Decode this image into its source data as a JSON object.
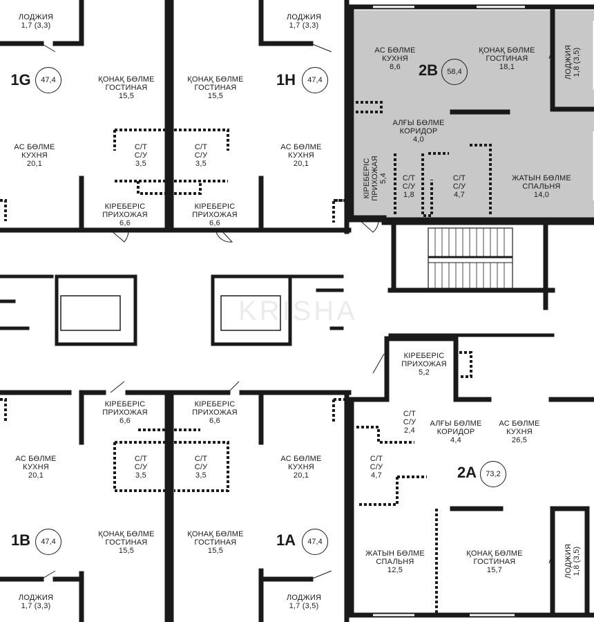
{
  "colors": {
    "wall": "#1a1a1a",
    "highlight": "#c8c8c8",
    "glass": "#ffffff",
    "bg": "#ffffff"
  },
  "watermark": "KRISHA",
  "apartments": [
    {
      "id": "1G",
      "area": "47,4"
    },
    {
      "id": "1H",
      "area": "47,4"
    },
    {
      "id": "2B",
      "area": "58,4"
    },
    {
      "id": "1B",
      "area": "47,4"
    },
    {
      "id": "1A",
      "area": "47,4"
    },
    {
      "id": "2A",
      "area": "73,2"
    }
  ],
  "rooms": {
    "g_loggia": {
      "name": "ЛОДЖИЯ",
      "area": "1,7 (3,3)"
    },
    "g_living": {
      "kz": "ҚОНАҚ БӨЛМЕ",
      "ru": "ГОСТИНАЯ",
      "area": "15,5"
    },
    "g_kitchen": {
      "kz": "АС БӨЛМЕ",
      "ru": "КУХНЯ",
      "area": "20,1"
    },
    "g_bath": {
      "kz": "С/Т",
      "ru": "С/У",
      "area": "3,5"
    },
    "g_hall": {
      "kz": "КІРЕБЕРІС",
      "ru": "ПРИХОЖАЯ",
      "area": "6,6"
    },
    "h_loggia": {
      "name": "ЛОДЖИЯ",
      "area": "1,7 (3,3)"
    },
    "h_living": {
      "kz": "ҚОНАҚ БӨЛМЕ",
      "ru": "ГОСТИНАЯ",
      "area": "15,5"
    },
    "h_kitchen": {
      "kz": "АС БӨЛМЕ",
      "ru": "КУХНЯ",
      "area": "20,1"
    },
    "h_bath": {
      "kz": "С/Т",
      "ru": "С/У",
      "area": "3,5"
    },
    "h_hall": {
      "kz": "КІРЕБЕРІС",
      "ru": "ПРИХОЖАЯ",
      "area": "6,6"
    },
    "b2_kitchen": {
      "kz": "АС БӨЛМЕ",
      "ru": "КУХНЯ",
      "area": "8,6"
    },
    "b2_living": {
      "kz": "ҚОНАҚ БӨЛМЕ",
      "ru": "ГОСТИНАЯ",
      "area": "18,1"
    },
    "b2_loggia": {
      "name": "ЛОДЖИЯ",
      "area": "1,8 (3,5)"
    },
    "b2_corridor": {
      "kz": "АЛҒЫ БӨЛМЕ",
      "ru": "КОРИДОР",
      "area": "4,0"
    },
    "b2_hall": {
      "kz": "КІРЕБЕРІС",
      "ru": "ПРИХОЖАЯ",
      "area": "5,4"
    },
    "b2_bath1": {
      "kz": "С/Т",
      "ru": "С/У",
      "area": "1,8"
    },
    "b2_bath2": {
      "kz": "С/Т",
      "ru": "С/У",
      "area": "4,7"
    },
    "b2_bedroom": {
      "kz": "ЖАТЫН БӨЛМЕ",
      "ru": "СПАЛЬНЯ",
      "area": "14,0"
    },
    "b_hall": {
      "kz": "КІРЕБЕРІС",
      "ru": "ПРИХОЖАЯ",
      "area": "6,6"
    },
    "b_kitchen": {
      "kz": "АС БӨЛМЕ",
      "ru": "КУХНЯ",
      "area": "20,1"
    },
    "b_bath": {
      "kz": "С/Т",
      "ru": "С/У",
      "area": "3,5"
    },
    "b_living": {
      "kz": "ҚОНАҚ БӨЛМЕ",
      "ru": "ГОСТИНАЯ",
      "area": "15,5"
    },
    "b_loggia": {
      "name": "ЛОДЖИЯ",
      "area": "1,7 (3,3)"
    },
    "a_hall": {
      "kz": "КІРЕБЕРІС",
      "ru": "ПРИХОЖАЯ",
      "area": "6,6"
    },
    "a_kitchen": {
      "kz": "АС БӨЛМЕ",
      "ru": "КУХНЯ",
      "area": "20,1"
    },
    "a_bath": {
      "kz": "С/Т",
      "ru": "С/У",
      "area": "3,5"
    },
    "a_living": {
      "kz": "ҚОНАҚ БӨЛМЕ",
      "ru": "ГОСТИНАЯ",
      "area": "15,5"
    },
    "a_loggia": {
      "name": "ЛОДЖИЯ",
      "area": "1,7 (3,5)"
    },
    "a2_hall": {
      "kz": "КІРЕБЕРІС",
      "ru": "ПРИХОЖАЯ",
      "area": "5,2"
    },
    "a2_bath1": {
      "kz": "С/Т",
      "ru": "С/У",
      "area": "2,4"
    },
    "a2_corridor": {
      "kz": "АЛҒЫ БӨЛМЕ",
      "ru": "КОРИДОР",
      "area": "4,4"
    },
    "a2_kitchen": {
      "kz": "АС БӨЛМЕ",
      "ru": "КУХНЯ",
      "area": "26,5"
    },
    "a2_bath2": {
      "kz": "С/Т",
      "ru": "С/У",
      "area": "4,7"
    },
    "a2_bedroom": {
      "kz": "ЖАТЫН БӨЛМЕ",
      "ru": "СПАЛЬНЯ",
      "area": "12,5"
    },
    "a2_living": {
      "kz": "ҚОНАҚ БӨЛМЕ",
      "ru": "ГОСТИНАЯ",
      "area": "15,7"
    },
    "a2_loggia": {
      "name": "ЛОДЖИЯ",
      "area": "1,8 (3,5)"
    }
  }
}
